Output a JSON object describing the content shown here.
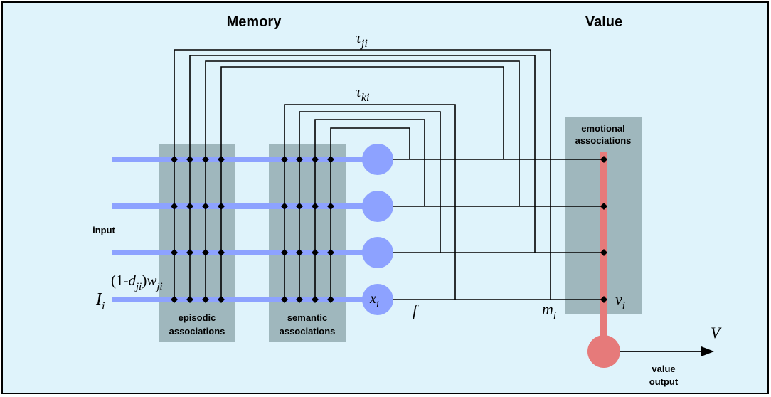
{
  "headings": {
    "memory": "Memory",
    "value": "Value"
  },
  "labels": {
    "tau_ji_base": "τ",
    "tau_ji_sub": "ji",
    "tau_ki_base": "τ",
    "tau_ki_sub": "ki",
    "input": "input",
    "I_base": "I",
    "I_sub": "i",
    "weight_prefix": "(1-",
    "weight_d": "d",
    "weight_d_sub": "ji",
    "weight_mid": ")",
    "weight_w": "w",
    "weight_w_sub": "ji",
    "x_base": "x",
    "x_sub": "i",
    "f": "f",
    "m_base": "m",
    "m_sub": "i",
    "v_base": "v",
    "v_sub": "i",
    "V": "V",
    "episodic_1": "episodic",
    "episodic_2": "associations",
    "semantic_1": "semantic",
    "semantic_2": "associations",
    "emotional_1": "emotional",
    "emotional_2": "associations",
    "value_output_1": "value",
    "value_output_2": "output"
  },
  "colors": {
    "background": "#dff3fb",
    "panel": "#9fb7bd",
    "input_line": "#8da2ff",
    "node": "#8da2ff",
    "value_line": "#e67a7a",
    "value_node": "#e67a7a",
    "wire": "#000000"
  }
}
